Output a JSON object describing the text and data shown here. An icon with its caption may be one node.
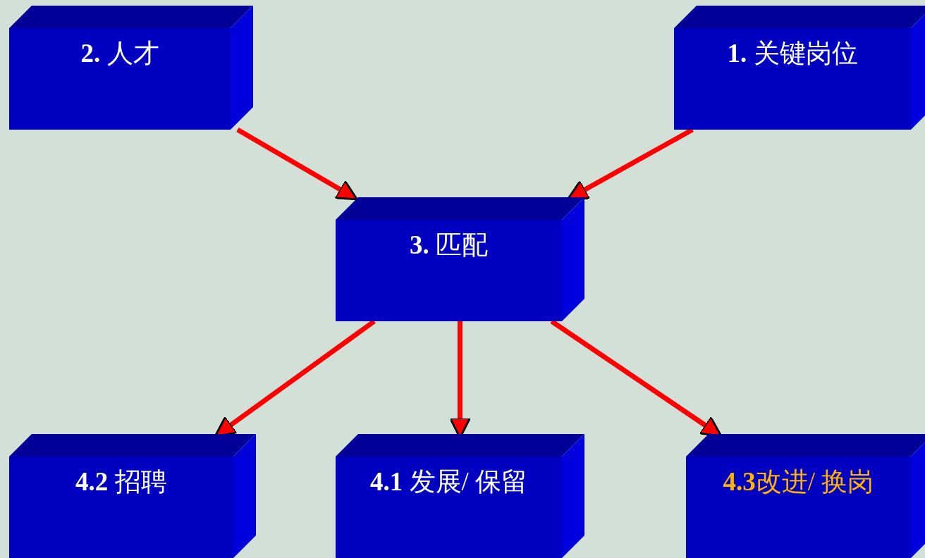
{
  "diagram": {
    "nodes": [
      {
        "text": [
          "**2.** 人才"
        ]
      },
      {
        "text": [
          "**1.** 关键岗位"
        ]
      },
      {
        "text": [
          "**3.** 匹配"
        ]
      },
      {
        "text": [
          "**4.2** 招聘"
        ]
      },
      {
        "text": [
          "**4.1** 发展/ 保留"
        ]
      },
      {
        "text": [
          "**4.3**改进/ 换岗"
        ]
      }
    ],
    "edges": [
      {
        "from": 0,
        "to": 2,
        "arrow": "to"
      },
      {
        "from": 1,
        "to": 2,
        "arrow": "to"
      },
      {
        "from": 2,
        "to": 3,
        "arrow": "to"
      },
      {
        "from": 2,
        "to": 4,
        "arrow": "to"
      },
      {
        "from": 2,
        "to": 5,
        "arrow": "to"
      }
    ]
  }
}
